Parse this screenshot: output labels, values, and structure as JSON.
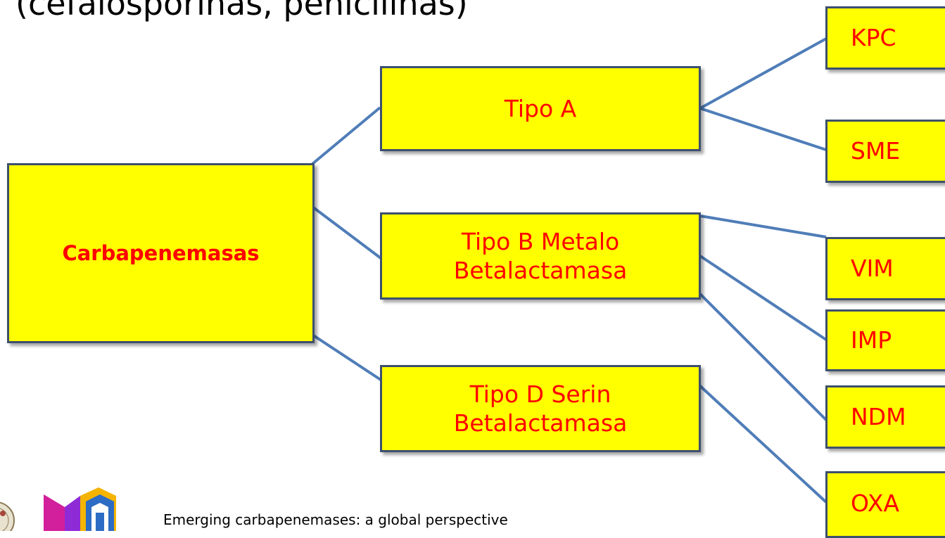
{
  "title": "(cefalosporinas, penicilinas)",
  "root": {
    "label": "Carbapenemasas"
  },
  "types": [
    {
      "id": "tipo-a",
      "label": "Tipo A"
    },
    {
      "id": "tipo-b",
      "label": "Tipo B Metalo Betalactamasa"
    },
    {
      "id": "tipo-d",
      "label": "Tipo D Serin Betalactamasa"
    }
  ],
  "enzymes": [
    {
      "id": "kpc",
      "label": "KPC",
      "parent": "tipo-a"
    },
    {
      "id": "sme",
      "label": "SME",
      "parent": "tipo-a"
    },
    {
      "id": "vim",
      "label": "VIM",
      "parent": "tipo-b"
    },
    {
      "id": "imp",
      "label": "IMP",
      "parent": "tipo-b"
    },
    {
      "id": "ndm",
      "label": "NDM",
      "parent": "tipo-b"
    },
    {
      "id": "oxa",
      "label": "OXA",
      "parent": "tipo-d"
    }
  ],
  "footer": "Emerging carbapenemases: a global perspective",
  "colors": {
    "box_fill": "#ffff00",
    "box_text": "#ff0000",
    "connector": "#4f7db8",
    "box_border": "#3d4f6e"
  }
}
